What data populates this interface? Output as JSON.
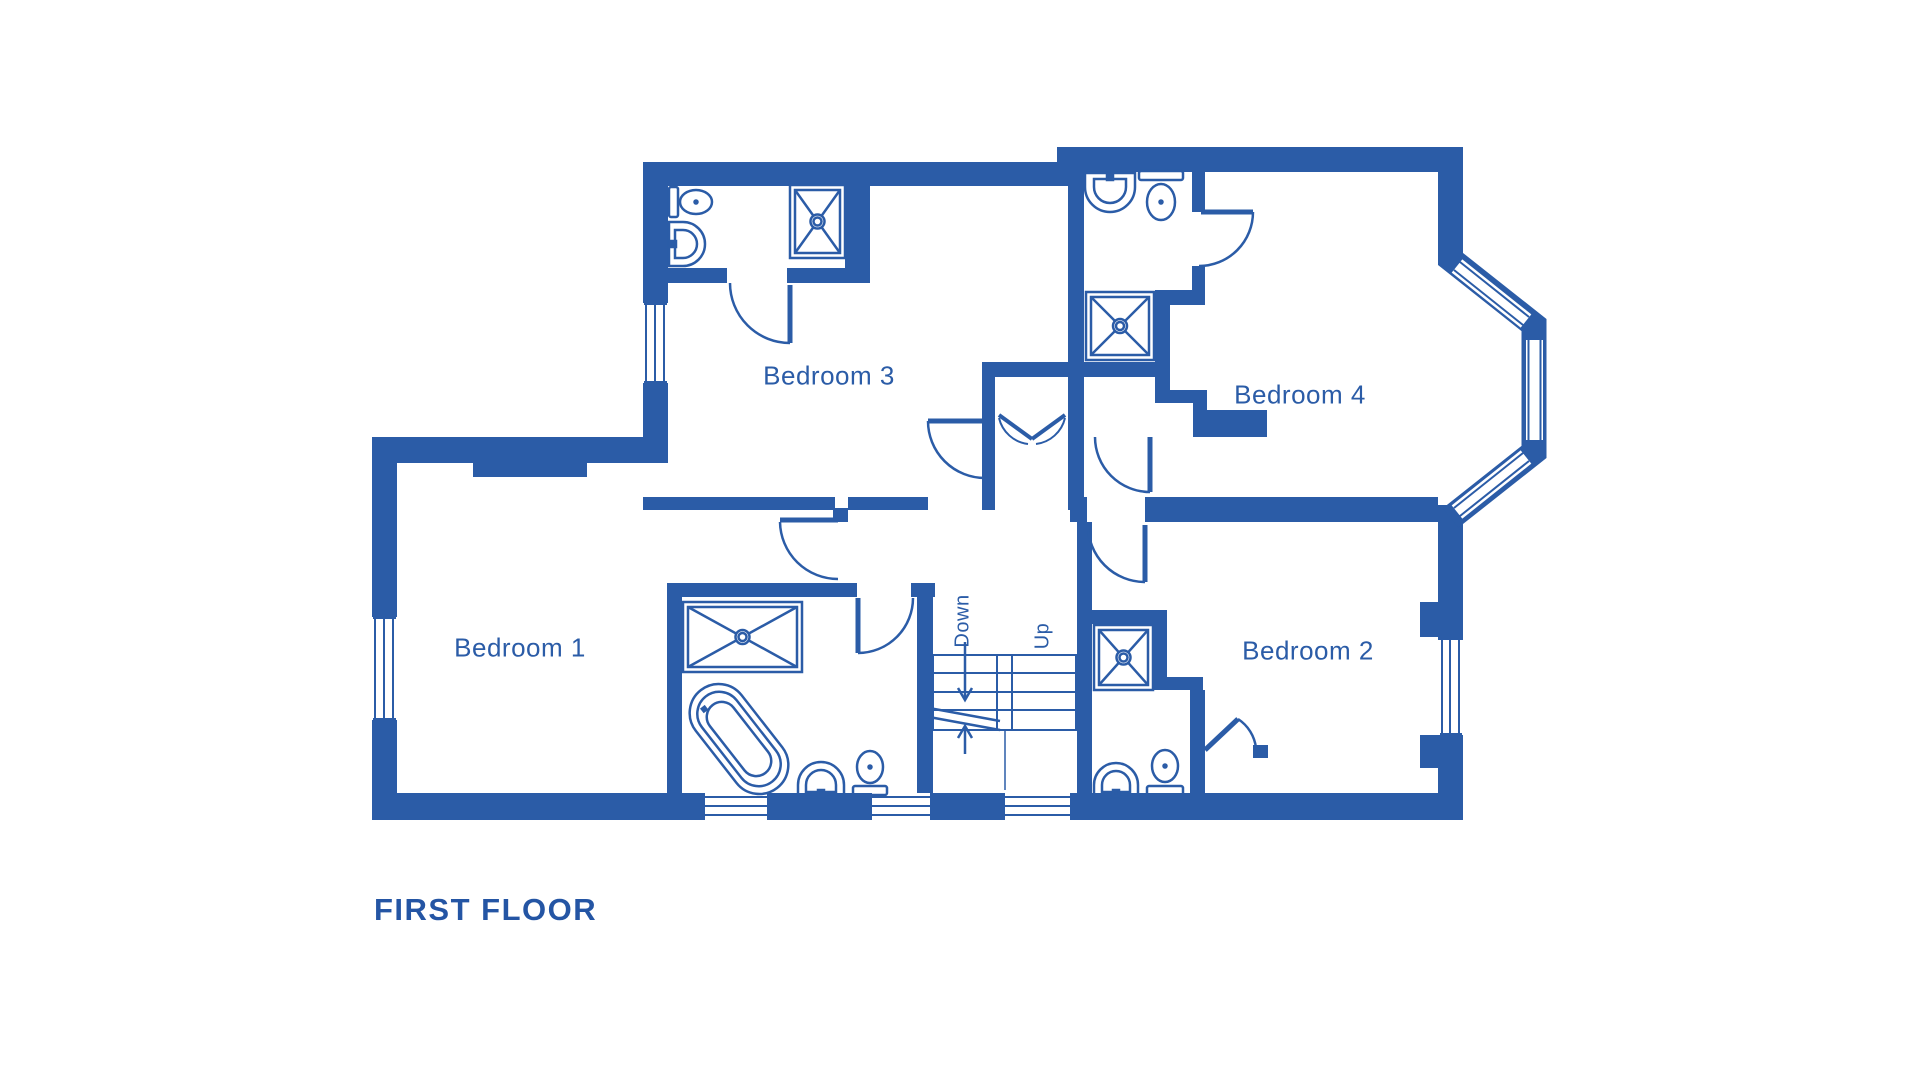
{
  "title": {
    "text": "FIRST FLOOR"
  },
  "colors": {
    "wall": "#2B5CA7",
    "background": "#FFFFFF"
  },
  "rooms": [
    {
      "id": "bedroom-1",
      "label": "Bedroom 1"
    },
    {
      "id": "bedroom-2",
      "label": "Bedroom 2"
    },
    {
      "id": "bedroom-3",
      "label": "Bedroom 3"
    },
    {
      "id": "bedroom-4",
      "label": "Bedroom 4"
    }
  ],
  "stairs": {
    "down": "Down",
    "up": "Up"
  },
  "fixtures": [
    "toilet",
    "sink",
    "shower",
    "bathtub",
    "stairs",
    "bay-window",
    "cupboard-double-doors"
  ]
}
